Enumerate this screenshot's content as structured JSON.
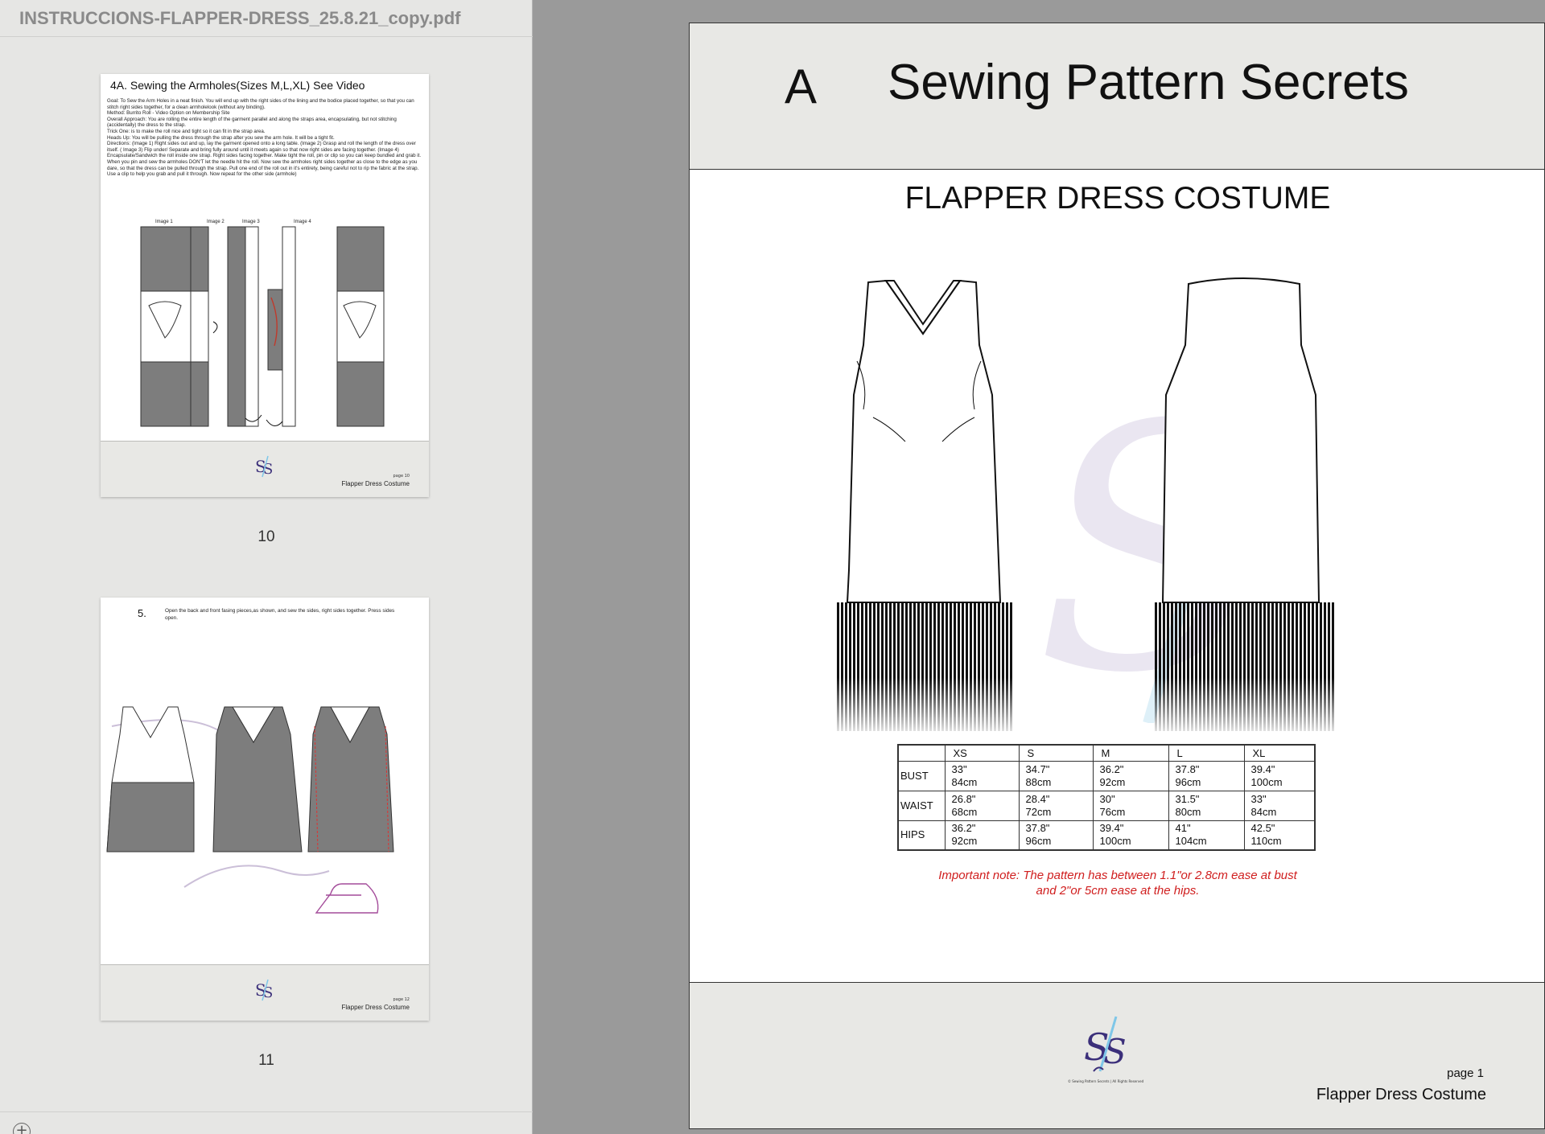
{
  "sidebar": {
    "document_title": "INSTRUCCIONS-FLAPPER-DRESS_25.8.21_copy.pdf",
    "thumbnails": [
      {
        "page_label": "10",
        "heading": "4A.  Sewing the Armholes(Sizes M,L,XL) See Video",
        "lines": [
          "Goal:  To Sew the Arm Holes in a neat finish. You will end up with the right sides of the lining and the bodice placed together, so that you can stitch right sides together, for a clean armholelook (without any binding).",
          "Method:  Burrito Roll - Video Option on Membership Site",
          "Overall Approach:  You are rolling the entire length of the garment parallel and along the straps area, encapsulating, but not stitching (accidentally) the dress to the strap.",
          "Trick One:  is to make the roll nice and tight so it can fit in the strap area.",
          "Heads Up:  You will be pulling the dress through the strap after you sew the arm hole.  It will be a tight fit.",
          "Directions:  (Image 1) Right sides out and up, lay the garment opened onto a long table. (Image 2) Grasp and roll the length of the dress over itself.  ( Image 3)  Flip under/ Separate and bring fully around until it meets again so that now right sides are facing together. (Image 4)  Encapsulate/Sandwich the roll inside one strap.  Right sides facing together.  Make tight the roll, pin or clip so you can keep bundled and grab it.  When you pin and sew the armholes DON'T let the needle hit the roll.  Now sew the armholes right sides together as close to the edge as you dare, so that the dress can be pulled through the strap.   Pull one end of the roll out in it's entirety, being careful not to rip the fabric at the strap.  Use a clip to help you grab and pull it through.  Now repeat for the other side (armhole)"
        ],
        "image_labels": [
          "Image 1",
          "Image 2",
          "Image 3",
          "Image 4"
        ],
        "footer_page": "page 10",
        "footer_name": "Flapper Dress Costume"
      },
      {
        "page_label": "11",
        "step": "5.",
        "text": "Open the back and front fasing pieces,as shown, and sew the sides, right sides together. Press sides open.",
        "footer_page": "page 12",
        "footer_name": "Flapper Dress Costume"
      }
    ]
  },
  "page": {
    "header_letter": "A",
    "header_title": "Sewing Pattern Secrets",
    "costume_title": "FLAPPER DRESS COSTUME",
    "size_table": {
      "headers": [
        "",
        "XS",
        "S",
        "M",
        "L",
        "XL"
      ],
      "rows": [
        {
          "label": "BUST",
          "cells": [
            [
              "33\"",
              "84cm"
            ],
            [
              "34.7\"",
              "88cm"
            ],
            [
              "36.2\"",
              "92cm"
            ],
            [
              "37.8\"",
              "96cm"
            ],
            [
              "39.4\"",
              "100cm"
            ]
          ]
        },
        {
          "label": "WAIST",
          "cells": [
            [
              "26.8\"",
              "68cm"
            ],
            [
              "28.4\"",
              "72cm"
            ],
            [
              "30\"",
              "76cm"
            ],
            [
              "31.5\"",
              "80cm"
            ],
            [
              "33\"",
              "84cm"
            ]
          ]
        },
        {
          "label": "HIPS",
          "cells": [
            [
              "36.2\"",
              "92cm"
            ],
            [
              "37.8\"",
              "96cm"
            ],
            [
              "39.4\"",
              "100cm"
            ],
            [
              "41\"",
              "104cm"
            ],
            [
              "42.5\"",
              "110cm"
            ]
          ]
        }
      ]
    },
    "important_note_line1": "Important note: The pattern has between 1.1\"or  2.8cm ease at bust",
    "important_note_line2": "and 2\"or 5cm ease at the hips.",
    "footer_copyright": "© Sewing Pattern Secrets | All Rights Reserved",
    "footer_page": "page 1",
    "footer_name": "Flapper Dress Costume"
  },
  "colors": {
    "sidebar_bg": "#e6e6e4",
    "canvas_bg": "#9a9a9a",
    "header_footer_bg": "#e8e8e5",
    "note_red": "#d01e1e",
    "garment_gray": "#7d7d7d",
    "logo_purple": "#3b2f7a",
    "logo_blue": "#7fc7e8"
  },
  "icons": {
    "add_page": "plus-circle-icon"
  }
}
